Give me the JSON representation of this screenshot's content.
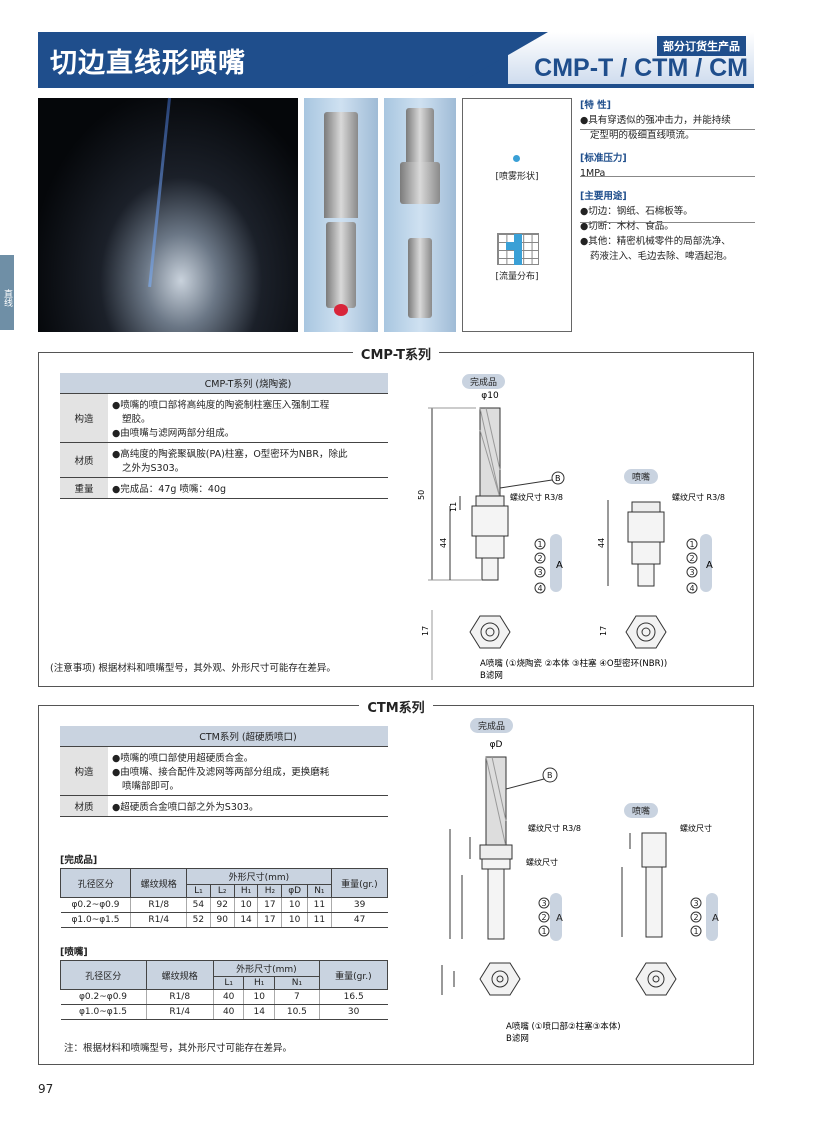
{
  "header": {
    "title": "切边直线形喷嘴",
    "badge": "部分订货生产品",
    "model": "CMP-T / CTM / CM"
  },
  "side_tab": "直线",
  "spray_info": {
    "pattern_label": "[喷雾形状]",
    "distribution_label": "[流量分布]"
  },
  "features": {
    "feature_heading": "[特 性]",
    "feature_text_1": "●具有穿透似的强冲击力，并能持续",
    "feature_text_2": "定型明的极细直线喷流。",
    "pressure_heading": "[标准压力]",
    "pressure_value": "1MPa",
    "use_heading": "[主要用途]",
    "use_1": "●切边：钢纸、石棉板等。",
    "use_2": "●切断：木材、食品。",
    "use_3": "●其他：精密机械零件的局部洗净、",
    "use_4": "药液注入、毛边去除、啤酒起泡。"
  },
  "cmp_section": {
    "title": "CMP-T系列",
    "table_header": "CMP-T系列 (烧陶瓷)",
    "rows": [
      {
        "label": "构造",
        "lines": [
          "●喷嘴的喷口部将高纯度的陶瓷制柱塞压入强制工程",
          "塑胶。",
          "●由喷嘴与滤网两部分组成。"
        ]
      },
      {
        "label": "材质",
        "lines": [
          "●高纯度的陶瓷聚砜胺(PA)柱塞，O型密环为NBR，除此",
          "之外为S303。"
        ]
      },
      {
        "label": "重量",
        "lines": [
          "●完成品：47g  喷嘴：40g"
        ]
      }
    ],
    "note": "(注意事项) 根据材料和喷嘴型号，其外观、外形尺寸可能存在差异。",
    "diagram": {
      "complete_label": "完成品",
      "nozzle_label": "喷嘴",
      "dia": "φ10",
      "thread_label": "螺纹尺寸 R3/8",
      "dim_total": "50",
      "dim_11": "11",
      "dim_44": "44",
      "dim_17": "17",
      "part_a": "A",
      "part_b": "B",
      "legend_a": "A喷嘴 (①烧陶瓷 ②本体 ③柱塞 ④O型密环(NBR))",
      "legend_b": "B滤网"
    }
  },
  "ctm_section": {
    "title": "CTM系列",
    "table_header": "CTM系列 (超硬质喷口)",
    "rows": [
      {
        "label": "构造",
        "lines": [
          "●喷嘴的喷口部使用超硬质合金。",
          "●由喷嘴、接合配件及滤网等两部分组成，更换磨耗",
          "喷嘴部即可。"
        ]
      },
      {
        "label": "材质",
        "lines": [
          "●超硬质合金喷口部之外为S303。"
        ]
      }
    ],
    "complete_heading": "[完成品]",
    "complete_table": {
      "headers": [
        "孔径区分",
        "螺纹规格",
        "外形尺寸(mm)",
        "重量(gr.)"
      ],
      "sub_headers": [
        "L₁",
        "L₂",
        "H₁",
        "H₂",
        "φD",
        "N₁"
      ],
      "rows": [
        [
          "φ0.2~φ0.9",
          "R1/8",
          "54",
          "92",
          "10",
          "17",
          "10",
          "11",
          "39"
        ],
        [
          "φ1.0~φ1.5",
          "R1/4",
          "52",
          "90",
          "14",
          "17",
          "10",
          "11",
          "47"
        ]
      ]
    },
    "nozzle_heading": "[喷嘴]",
    "nozzle_table": {
      "headers": [
        "孔径区分",
        "螺纹规格",
        "外形尺寸(mm)",
        "重量(gr.)"
      ],
      "sub_headers": [
        "L₁",
        "H₁",
        "N₁"
      ],
      "rows": [
        [
          "φ0.2~φ0.9",
          "R1/8",
          "40",
          "10",
          "7",
          "16.5"
        ],
        [
          "φ1.0~φ1.5",
          "R1/4",
          "40",
          "14",
          "10.5",
          "30"
        ]
      ]
    },
    "note": "注：根据材料和喷嘴型号，其外形尺寸可能存在差异。",
    "diagram": {
      "complete_label": "完成品",
      "nozzle_label": "喷嘴",
      "dia": "φD",
      "thread_label": "螺纹尺寸 R3/8",
      "thread_label2": "螺纹尺寸",
      "nozzle_thread": "螺纹尺寸",
      "legend_a": "A喷嘴 (①喷口部②柱塞③本体)",
      "legend_b": "B滤网"
    }
  },
  "page_number": "97",
  "colors": {
    "brand": "#1f4e8c",
    "header_fill": "#c9d3e0",
    "accent": "#3aa0d6"
  }
}
